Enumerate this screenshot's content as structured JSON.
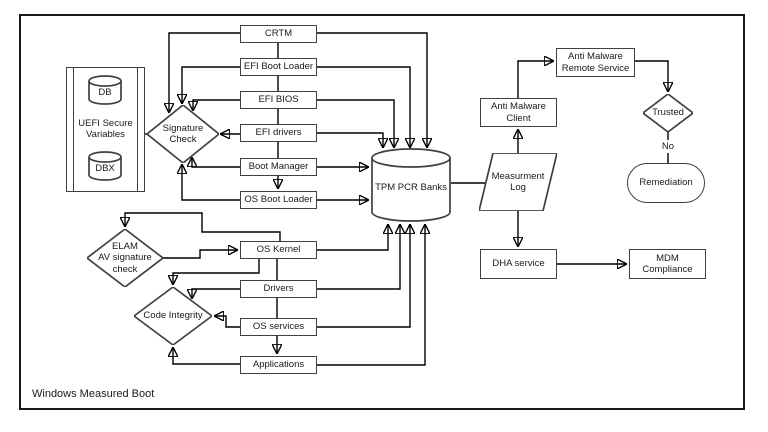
{
  "title": "Windows Measured Boot",
  "colors": {
    "line": "#000000",
    "shape_stroke": "#404040",
    "background": "#ffffff"
  },
  "nodes": {
    "crtm": {
      "label": "CRTM"
    },
    "efi_boot_loader": {
      "label": "EFI Boot Loader"
    },
    "efi_bios": {
      "label": "EFI BIOS"
    },
    "efi_drivers": {
      "label": "EFI drivers"
    },
    "boot_manager": {
      "label": "Boot Manager"
    },
    "os_boot_loader": {
      "label": "OS Boot Loader"
    },
    "os_kernel": {
      "label": "OS Kernel"
    },
    "drivers": {
      "label": "Drivers"
    },
    "os_services": {
      "label": "OS services"
    },
    "applications": {
      "label": "Applications"
    },
    "signature_check": {
      "label": "Signature\nCheck"
    },
    "uefi_secure_variables": {
      "label": "UEFI Secure\nVariables"
    },
    "db": {
      "label": "DB"
    },
    "dbx": {
      "label": "DBX"
    },
    "elam": {
      "label": "ELAM\nAV signature\ncheck"
    },
    "code_integrity": {
      "label": "Code Integrity"
    },
    "tpm_pcr_banks": {
      "label": "TPM PCR Banks"
    },
    "measurement_log": {
      "label": "Measurment\nLog"
    },
    "anti_malware_client": {
      "label": "Anti Malware\nClient"
    },
    "anti_malware_remote": {
      "label": "Anti Malware\nRemote Service"
    },
    "trusted": {
      "label": "Trusted"
    },
    "no": {
      "label": "No"
    },
    "remediation": {
      "label": "Remediation"
    },
    "dha_service": {
      "label": "DHA service"
    },
    "mdm_compliance": {
      "label": "MDM Compliance"
    }
  }
}
